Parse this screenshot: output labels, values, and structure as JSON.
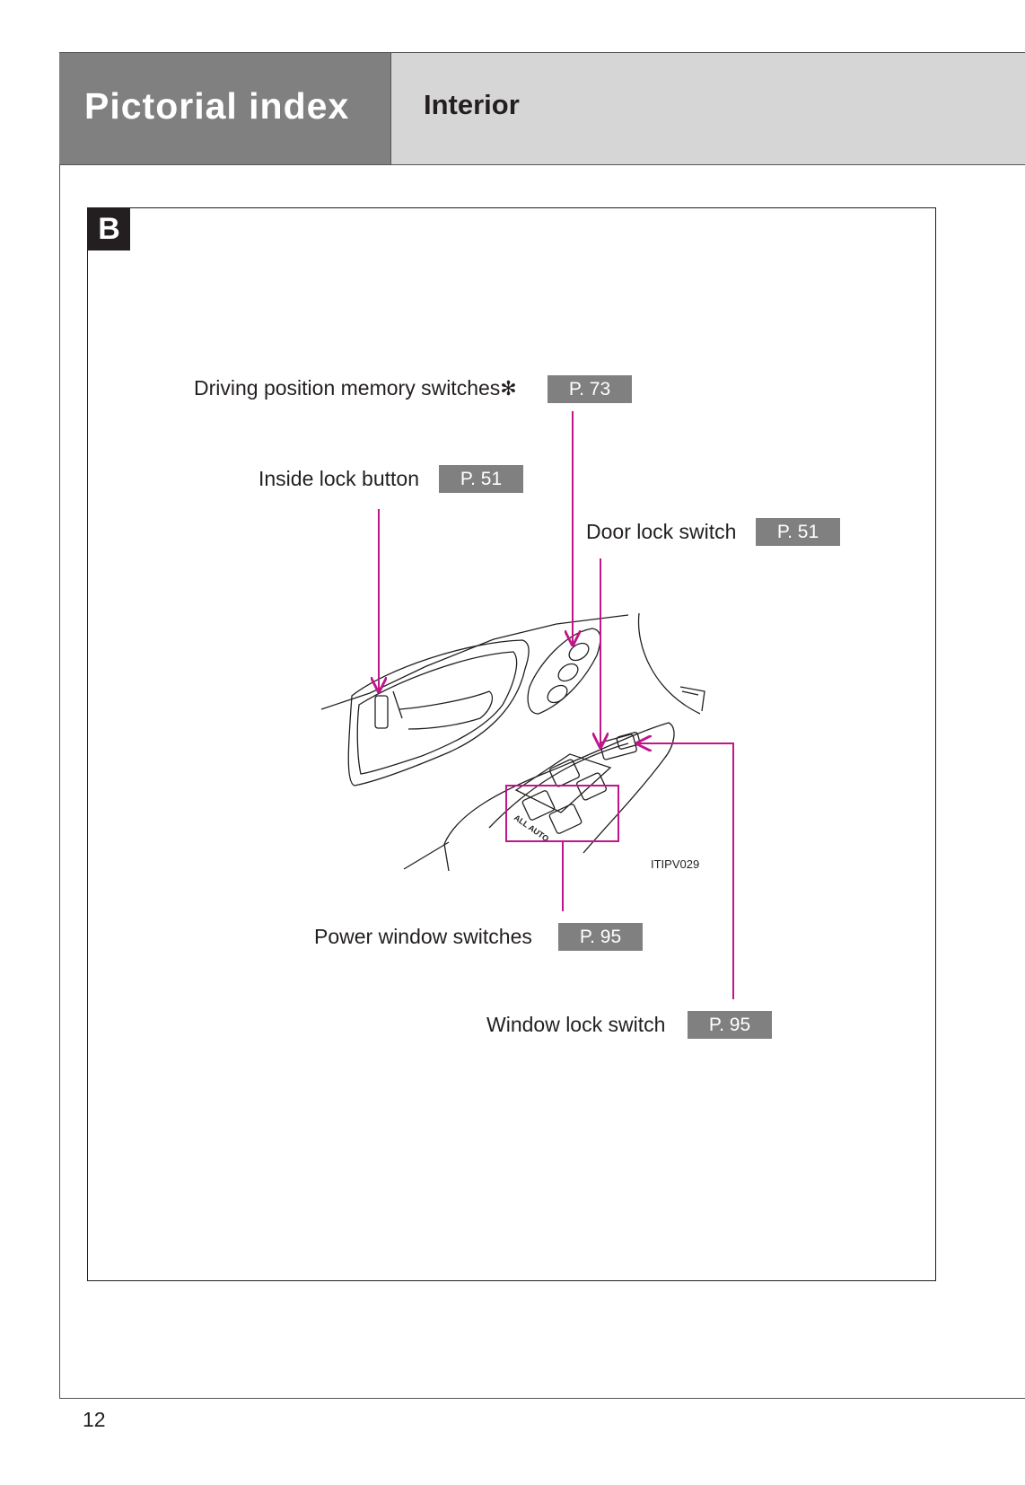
{
  "header": {
    "section": "Pictorial index",
    "subsection": "Interior"
  },
  "panel": {
    "badge": "B",
    "image_code": "ITIPV029",
    "illustration_labels": {
      "all_auto": "ALL AUTO"
    }
  },
  "callouts": [
    {
      "label": "Driving position memory switches",
      "marker": "✻",
      "page_ref": "P. 73"
    },
    {
      "label": "Inside lock button",
      "page_ref": "P. 51"
    },
    {
      "label": "Door lock switch",
      "page_ref": "P. 51"
    },
    {
      "label": "Power window switches",
      "page_ref": "P. 95"
    },
    {
      "label": "Window lock switch",
      "page_ref": "P. 95"
    }
  ],
  "colors": {
    "header_dark": "#808080",
    "header_light": "#d6d6d7",
    "page_ref_bg": "#808080",
    "leader_line": "#c0168a"
  },
  "footer": {
    "page_number": "12"
  }
}
